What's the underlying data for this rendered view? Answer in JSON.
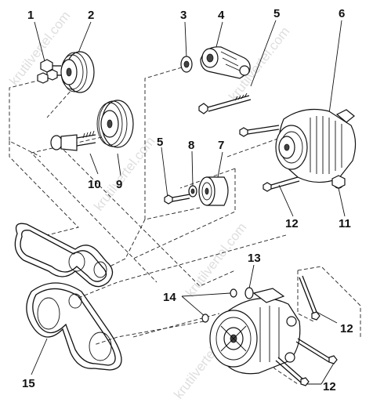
{
  "watermarks": [
    "krutilvertel.com",
    "krutilvertel.com",
    "krutilvertel.com",
    "krutilvertel.com",
    "krutilvertel.com"
  ],
  "labels": [
    "1",
    "2",
    "3",
    "4",
    "5",
    "6",
    "5",
    "8",
    "7",
    "10",
    "9",
    "12",
    "11",
    "13",
    "14",
    "12",
    "15",
    "12"
  ]
}
